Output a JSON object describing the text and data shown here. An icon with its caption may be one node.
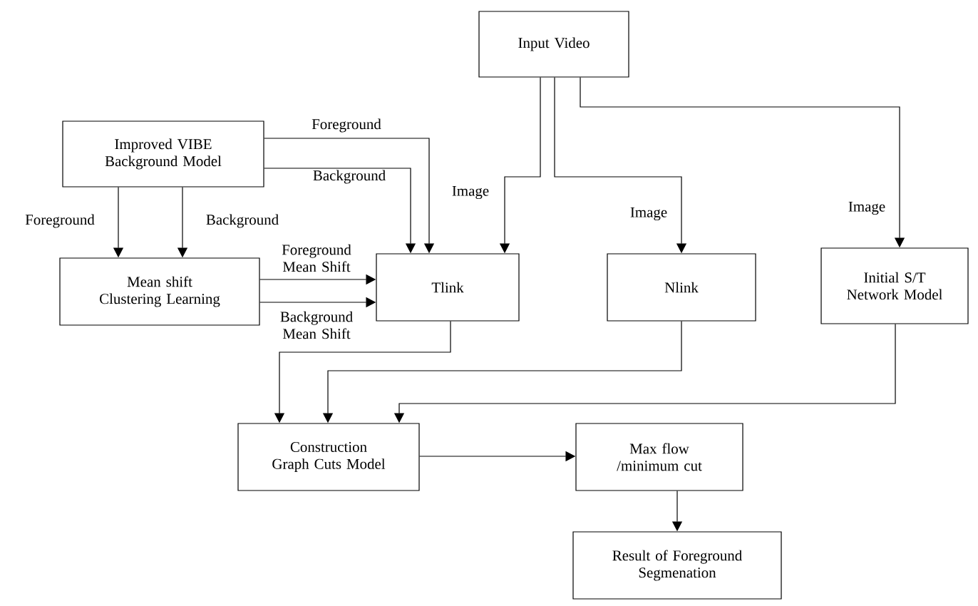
{
  "diagram": {
    "nodes": [
      {
        "text": [
          "Input Video"
        ]
      },
      {
        "text": [
          "Improved VIBE Background Model"
        ]
      },
      {
        "text": [
          "Mean shift Clustering Learning"
        ]
      },
      {
        "text": [
          "Tlink"
        ]
      },
      {
        "text": [
          "Nlink"
        ]
      },
      {
        "text": [
          "Initial S/T Network Model"
        ]
      },
      {
        "text": [
          "Construction Graph Cuts Model"
        ]
      },
      {
        "text": [
          "Max flow /minimum cut"
        ]
      },
      {
        "text": [
          "Result of Foreground Segmenation"
        ]
      }
    ],
    "edges": [
      {
        "from": 1,
        "to": 3,
        "arrow": "to",
        "label": "Foreground"
      },
      {
        "from": 1,
        "to": 3,
        "arrow": "to",
        "label": "Background"
      },
      {
        "from": 1,
        "to": 2,
        "arrow": "to",
        "label": "Foreground"
      },
      {
        "from": 1,
        "to": 2,
        "arrow": "to",
        "label": "Background"
      },
      {
        "from": 2,
        "to": 3,
        "arrow": "to",
        "label": "Foreground Mean Shift"
      },
      {
        "from": 2,
        "to": 3,
        "arrow": "to",
        "label": "Background Mean Shift"
      },
      {
        "from": 0,
        "to": 3,
        "arrow": "to",
        "label": "Image"
      },
      {
        "from": 0,
        "to": 4,
        "arrow": "to",
        "label": "Image"
      },
      {
        "from": 0,
        "to": 5,
        "arrow": "to",
        "label": "Image"
      },
      {
        "from": 3,
        "to": 6,
        "arrow": "to"
      },
      {
        "from": 4,
        "to": 6,
        "arrow": "to"
      },
      {
        "from": 5,
        "to": 6,
        "arrow": "to"
      },
      {
        "from": 6,
        "to": 7,
        "arrow": "to"
      },
      {
        "from": 7,
        "to": 8,
        "arrow": "to"
      }
    ]
  }
}
